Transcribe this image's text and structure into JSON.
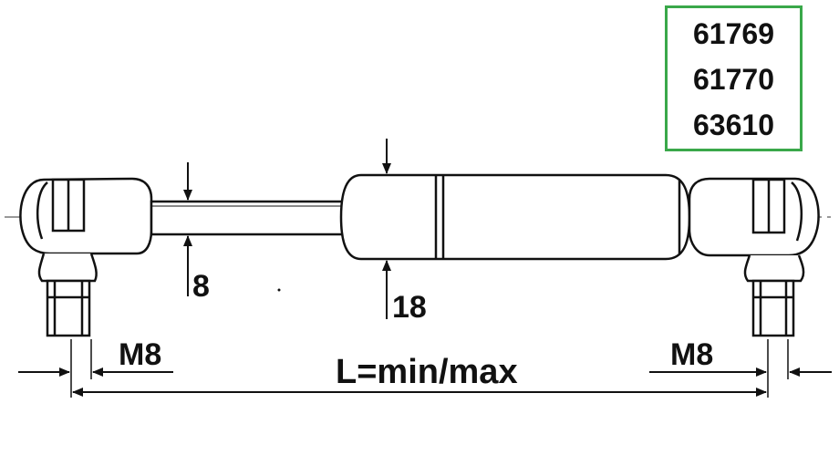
{
  "part_numbers": [
    "61769",
    "61770",
    "63610"
  ],
  "dimensions": {
    "rod_diameter": "8",
    "body_diameter": "18",
    "left_thread": "M8",
    "right_thread": "M8",
    "length": "L=min/max"
  }
}
